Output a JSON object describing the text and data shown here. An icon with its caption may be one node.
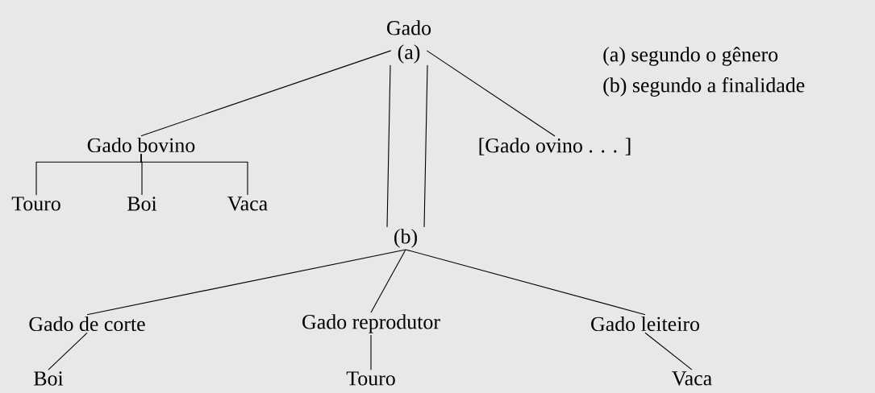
{
  "diagram": {
    "nodes": [
      {
        "text": [
          "Gado",
          "(a)"
        ]
      },
      {
        "text": [
          "Gado bovino"
        ]
      },
      {
        "text": [
          "[Gado ovino . . . ]"
        ]
      },
      {
        "text": [
          "Touro"
        ]
      },
      {
        "text": [
          "Boi"
        ]
      },
      {
        "text": [
          "Vaca"
        ]
      },
      {
        "text": [
          "(b)"
        ]
      },
      {
        "text": [
          "Gado de corte"
        ]
      },
      {
        "text": [
          "Gado reprodutor"
        ]
      },
      {
        "text": [
          "Gado leiteiro"
        ]
      },
      {
        "text": [
          "Boi"
        ]
      },
      {
        "text": [
          "Touro"
        ]
      },
      {
        "text": [
          "Vaca"
        ]
      }
    ],
    "edges": [
      {
        "from": 0,
        "to": 1,
        "arrow": "none"
      },
      {
        "from": 0,
        "to": 2,
        "arrow": "none"
      },
      {
        "from": 0,
        "to": 6,
        "arrow": "none"
      },
      {
        "from": 0,
        "to": 6,
        "arrow": "none"
      },
      {
        "from": 1,
        "to": 3,
        "arrow": "none"
      },
      {
        "from": 1,
        "to": 4,
        "arrow": "none"
      },
      {
        "from": 1,
        "to": 5,
        "arrow": "none"
      },
      {
        "from": 6,
        "to": 7,
        "arrow": "none"
      },
      {
        "from": 6,
        "to": 8,
        "arrow": "none"
      },
      {
        "from": 6,
        "to": 9,
        "arrow": "none"
      },
      {
        "from": 7,
        "to": 10,
        "arrow": "none"
      },
      {
        "from": 8,
        "to": 11,
        "arrow": "none"
      },
      {
        "from": 9,
        "to": 12,
        "arrow": "none"
      }
    ],
    "labels": [
      "(a) segundo o gênero",
      "(b) segundo a finalidade"
    ]
  }
}
